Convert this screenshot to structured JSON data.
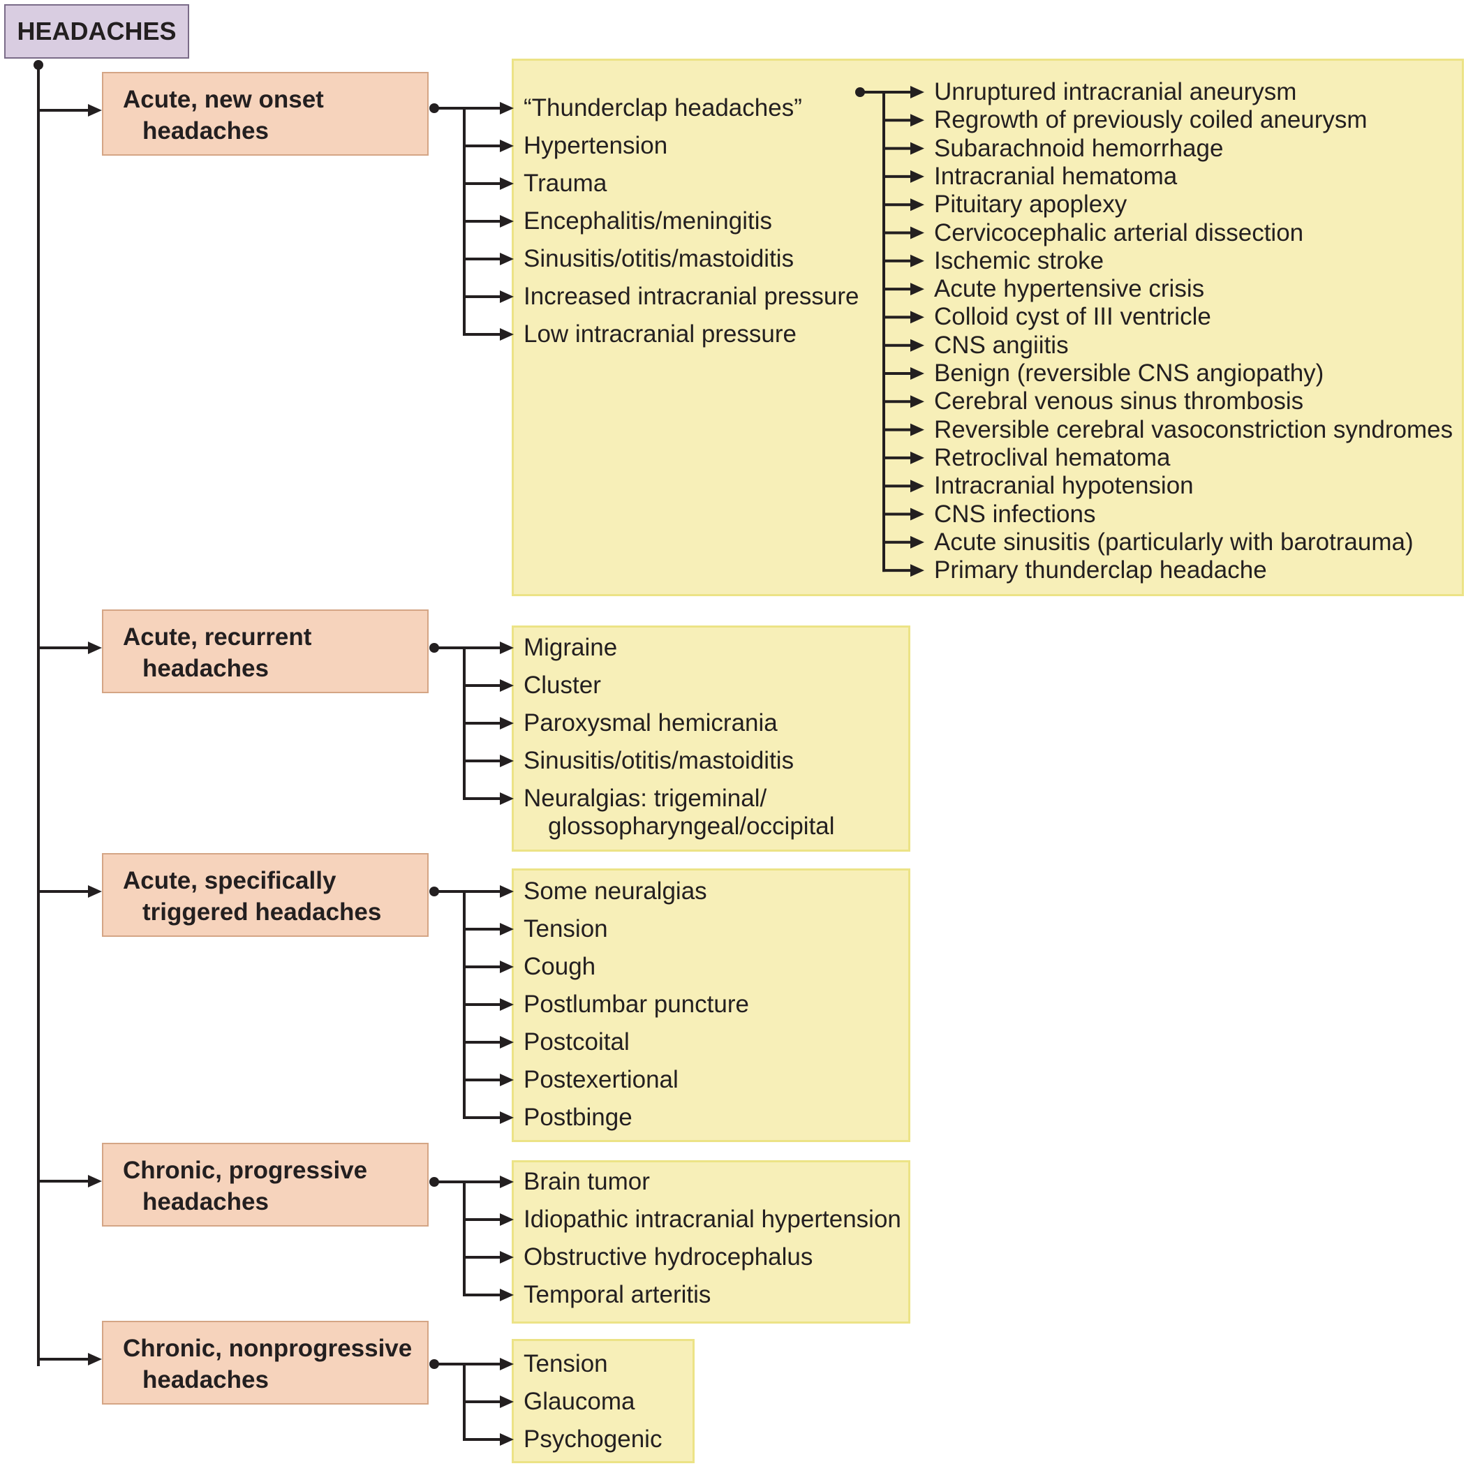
{
  "root": {
    "label": "HEADACHES"
  },
  "colors": {
    "root_fill": "#d9cde1",
    "category_fill": "#f6d3bc",
    "panel_fill": "#f7efb8",
    "line": "#231f20"
  },
  "categories": [
    {
      "title_line1": "Acute, new onset",
      "title_line2": "headaches",
      "items": [
        {
          "text": "“Thunderclap headaches”"
        },
        {
          "text": "Hypertension"
        },
        {
          "text": "Trauma"
        },
        {
          "text": "Encephalitis/meningitis"
        },
        {
          "text": "Sinusitis/otitis/mastoiditis"
        },
        {
          "text": "Increased intracranial pressure"
        },
        {
          "text": "Low intracranial pressure"
        }
      ],
      "sub_items": [
        "Unruptured intracranial aneurysm",
        "Regrowth of previously coiled aneurysm",
        "Subarachnoid hemorrhage",
        "Intracranial hematoma",
        "Pituitary apoplexy",
        "Cervicocephalic arterial dissection",
        "Ischemic stroke",
        "Acute hypertensive crisis",
        "Colloid cyst of III ventricle",
        "CNS angiitis",
        "Benign (reversible CNS angiopathy)",
        "Cerebral venous sinus thrombosis",
        "Reversible cerebral vasoconstriction syndromes",
        "Retroclival hematoma",
        "Intracranial hypotension",
        "CNS infections",
        "Acute sinusitis (particularly with barotrauma)",
        "Primary thunderclap headache"
      ]
    },
    {
      "title_line1": "Acute, recurrent",
      "title_line2": "headaches",
      "items": [
        {
          "text": "Migraine"
        },
        {
          "text": "Cluster"
        },
        {
          "text": "Paroxysmal hemicrania"
        },
        {
          "text": "Sinusitis/otitis/mastoiditis"
        },
        {
          "text": "Neuralgias: trigeminal/",
          "text2": "glossopharyngeal/occipital"
        }
      ]
    },
    {
      "title_line1": "Acute, specifically",
      "title_line2": "triggered headaches",
      "items": [
        {
          "text": "Some neuralgias"
        },
        {
          "text": "Tension"
        },
        {
          "text": "Cough"
        },
        {
          "text": "Postlumbar puncture"
        },
        {
          "text": "Postcoital"
        },
        {
          "text": "Postexertional"
        },
        {
          "text": "Postbinge"
        }
      ]
    },
    {
      "title_line1": "Chronic, progressive",
      "title_line2": "headaches",
      "items": [
        {
          "text": "Brain tumor"
        },
        {
          "text": "Idiopathic intracranial hypertension"
        },
        {
          "text": "Obstructive hydrocephalus"
        },
        {
          "text": "Temporal arteritis"
        }
      ]
    },
    {
      "title_line1": "Chronic, nonprogressive",
      "title_line2": "headaches",
      "items": [
        {
          "text": "Tension"
        },
        {
          "text": "Glaucoma"
        },
        {
          "text": "Psychogenic"
        }
      ]
    }
  ]
}
